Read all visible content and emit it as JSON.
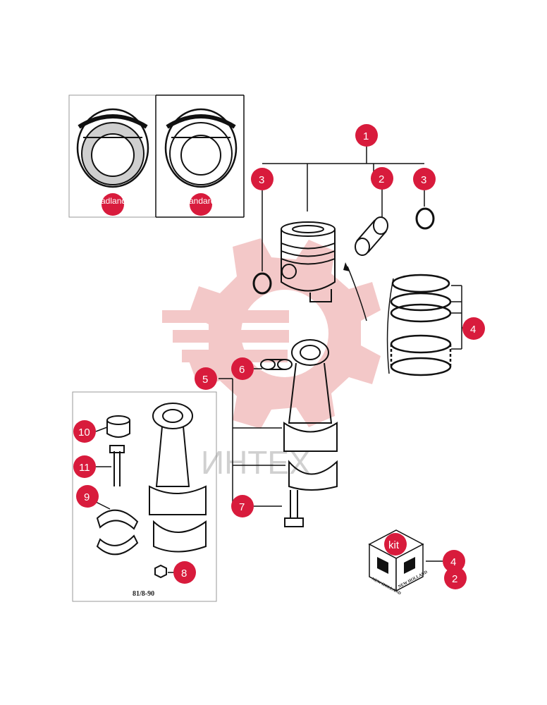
{
  "colors": {
    "accent": "#d81b3c",
    "watermark": "#f3c8c8",
    "line": "#111111"
  },
  "inset": {
    "badge_label": "Badland",
    "good_label": "Sandard",
    "code": "81/8-90"
  },
  "watermark": {
    "text": "ИНТЕХ"
  },
  "kit": {
    "label": "kit",
    "brand": "NEW HOLLAND",
    "callout_numbers": [
      "4",
      "2"
    ]
  },
  "callouts": {
    "c1": "1",
    "c2": "2",
    "c3a": "3",
    "c3b": "3",
    "c4": "4",
    "c5": "5",
    "c6": "6",
    "c7": "7",
    "c8": "8",
    "c9": "9",
    "c10": "10",
    "c11": "11"
  }
}
